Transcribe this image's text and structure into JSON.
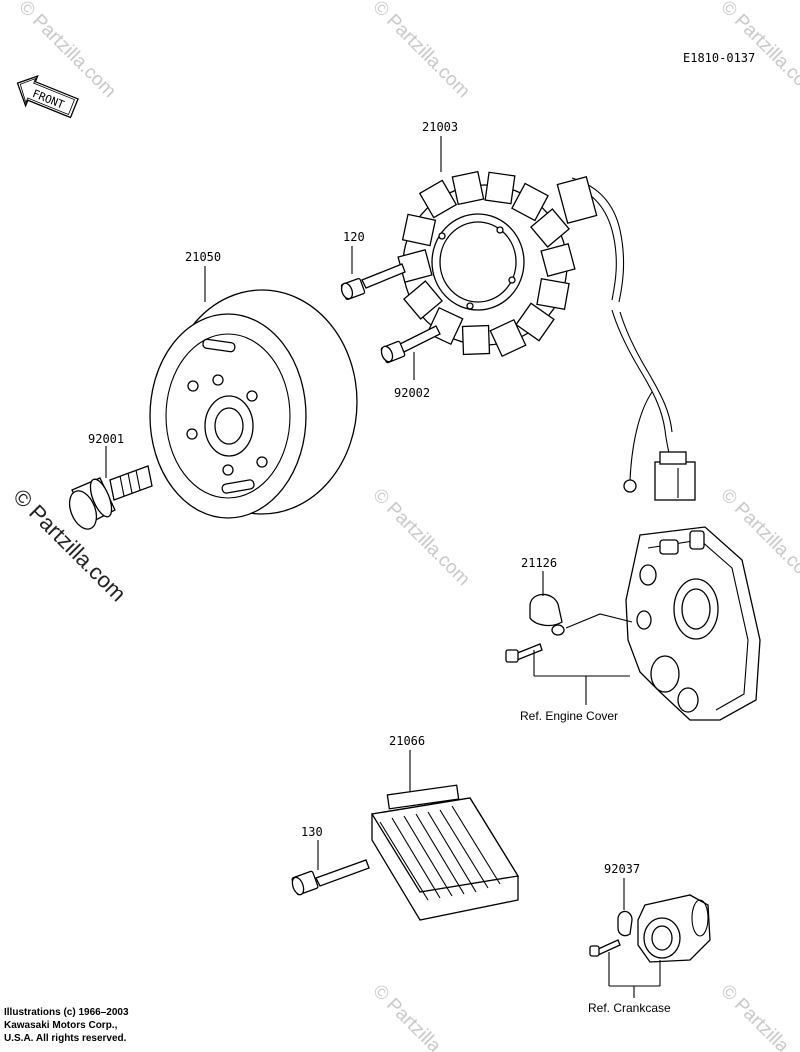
{
  "diagram_code": "E1810-0137",
  "front_label": "FRONT",
  "watermark": {
    "text": "© Partzilla.com",
    "color": "#c9c9c9"
  },
  "parts": [
    {
      "key": "stator",
      "number": "21003"
    },
    {
      "key": "stator_bolt",
      "number": "120"
    },
    {
      "key": "stator_screw",
      "number": "92002"
    },
    {
      "key": "flywheel",
      "number": "21050"
    },
    {
      "key": "flywheel_bolt",
      "number": "92001"
    },
    {
      "key": "clamp",
      "number": "21126"
    },
    {
      "key": "regulator",
      "number": "21066"
    },
    {
      "key": "regulator_bolt",
      "number": "130"
    },
    {
      "key": "clamp_small",
      "number": "92037"
    }
  ],
  "refs": {
    "engine_cover": "Ref. Engine Cover",
    "crankcase": "Ref. Crankcase"
  },
  "copyright": {
    "line1": "Illustrations (c) 1966–2003",
    "line2": "Kawasaki Motors Corp.,",
    "line3": "U.S.A.  All rights reserved."
  }
}
